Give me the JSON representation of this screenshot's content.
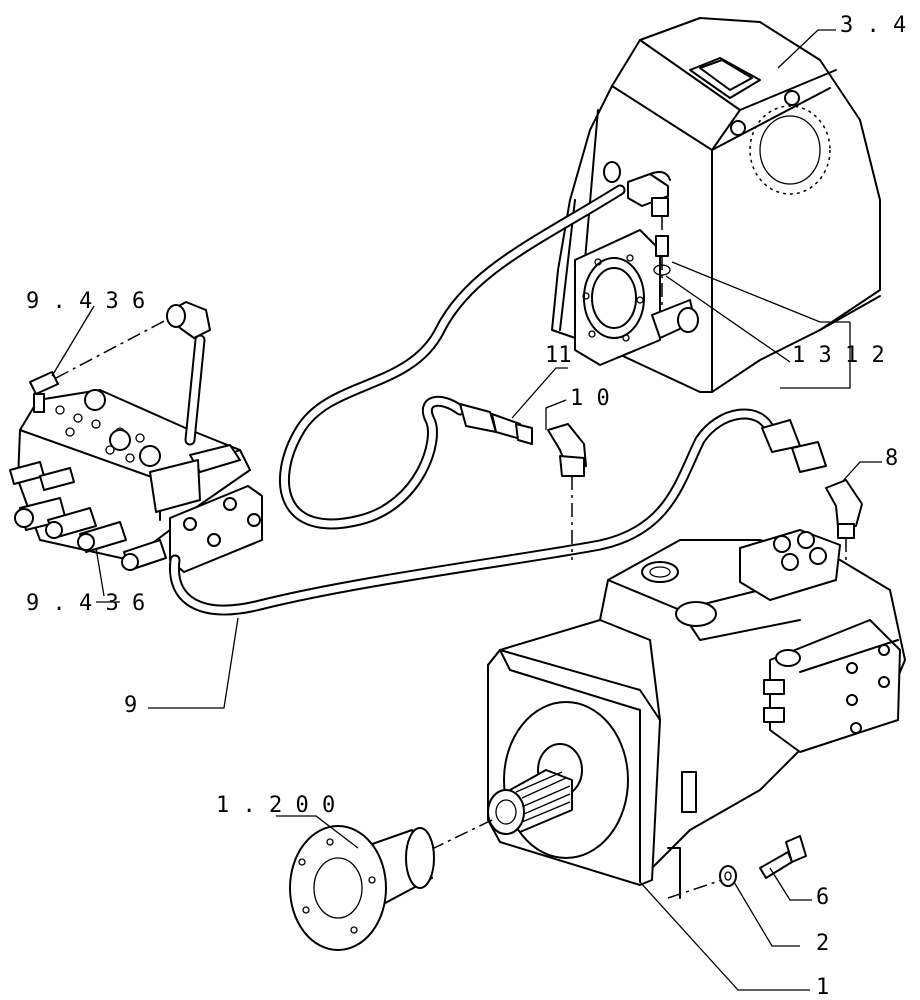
{
  "callouts": {
    "c_3_4": "3 . 4",
    "c_9_436_top": "9 . 4 3 6",
    "c_11": "11",
    "c_10": "1 0",
    "c_13_12": "1 3 1 2",
    "c_8": "8",
    "c_9_436_bottom": "9 . 4 3 6",
    "c_9": "9",
    "c_1_200": "1 . 2 0 0",
    "c_6": "6",
    "c_2": "2",
    "c_1": "1"
  }
}
